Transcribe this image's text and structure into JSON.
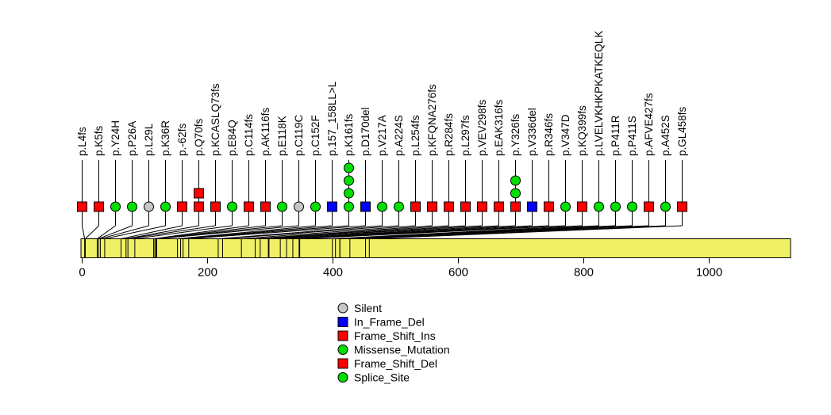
{
  "chart_data": {
    "type": "lollipop",
    "description": "Protein mutation lollipop plot with labelled variants above a gene body bar",
    "marker_colors": {
      "red": "#FF0000",
      "green": "#00E000",
      "blue": "#0000FF",
      "gray": "#C6C6C6"
    },
    "gene_bar": {
      "color": "#F0F066",
      "border": "#000000"
    },
    "x_axis": {
      "ticks": [
        0,
        200,
        400,
        600,
        800,
        1000
      ],
      "max": 1128
    },
    "mutations": [
      {
        "label": "p.L4fs",
        "pos": 4,
        "shape": "square",
        "color": "red"
      },
      {
        "label": "p.K5fs",
        "pos": 5,
        "shape": "square",
        "color": "red"
      },
      {
        "label": "p.Y24H",
        "pos": 24,
        "shape": "circle",
        "color": "green"
      },
      {
        "label": "p.P26A",
        "pos": 26,
        "shape": "circle",
        "color": "green"
      },
      {
        "label": "p.L29L",
        "pos": 29,
        "shape": "circle",
        "color": "gray"
      },
      {
        "label": "p.K36R",
        "pos": 36,
        "shape": "circle",
        "color": "green"
      },
      {
        "label": "p.-62fs",
        "pos": 62,
        "shape": "square",
        "color": "red"
      },
      {
        "label": "p.Q70fs",
        "pos": 70,
        "shape": "square",
        "color": "red",
        "stack": [
          {
            "shape": "square",
            "color": "red"
          }
        ]
      },
      {
        "label": "p.KCASLQ73fs",
        "pos": 73,
        "shape": "square",
        "color": "red"
      },
      {
        "label": "p.E84Q",
        "pos": 84,
        "shape": "circle",
        "color": "green"
      },
      {
        "label": "p.C114fs",
        "pos": 114,
        "shape": "square",
        "color": "red"
      },
      {
        "label": "p.AK116fs",
        "pos": 116,
        "shape": "square",
        "color": "red"
      },
      {
        "label": "p.E118K",
        "pos": 118,
        "shape": "circle",
        "color": "green"
      },
      {
        "label": "p.C119C",
        "pos": 119,
        "shape": "circle",
        "color": "gray"
      },
      {
        "label": "p.C152F",
        "pos": 152,
        "shape": "circle",
        "color": "green"
      },
      {
        "label": "p.157_158LL>L",
        "pos": 157,
        "shape": "square",
        "color": "blue"
      },
      {
        "label": "p.K161fs",
        "pos": 161,
        "shape": "circle",
        "color": "green",
        "stack": [
          {
            "shape": "circle",
            "color": "green"
          },
          {
            "shape": "circle",
            "color": "green"
          },
          {
            "shape": "circle",
            "color": "green"
          }
        ]
      },
      {
        "label": "p.D170del",
        "pos": 170,
        "shape": "square",
        "color": "blue"
      },
      {
        "label": "p.V217A",
        "pos": 217,
        "shape": "circle",
        "color": "green"
      },
      {
        "label": "p.A224S",
        "pos": 224,
        "shape": "circle",
        "color": "green"
      },
      {
        "label": "p.L254fs",
        "pos": 254,
        "shape": "square",
        "color": "red"
      },
      {
        "label": "p.KFQNA276fs",
        "pos": 276,
        "shape": "square",
        "color": "red"
      },
      {
        "label": "p.R284fs",
        "pos": 284,
        "shape": "square",
        "color": "red"
      },
      {
        "label": "p.L297fs",
        "pos": 297,
        "shape": "square",
        "color": "red"
      },
      {
        "label": "p.VEV298fs",
        "pos": 298,
        "shape": "square",
        "color": "red"
      },
      {
        "label": "p.EAK316fs",
        "pos": 316,
        "shape": "square",
        "color": "red"
      },
      {
        "label": "p.Y326fs",
        "pos": 326,
        "shape": "square",
        "color": "red",
        "stack": [
          {
            "shape": "circle",
            "color": "green"
          },
          {
            "shape": "circle",
            "color": "green"
          }
        ]
      },
      {
        "label": "p.V336del",
        "pos": 336,
        "shape": "square",
        "color": "blue"
      },
      {
        "label": "p.R346fs",
        "pos": 346,
        "shape": "square",
        "color": "red"
      },
      {
        "label": "p.V347D",
        "pos": 347,
        "shape": "circle",
        "color": "green"
      },
      {
        "label": "p.KQ399fs",
        "pos": 399,
        "shape": "square",
        "color": "red"
      },
      {
        "label": "p.LVELVKHKPKATKEQLK",
        "pos": 404,
        "shape": "circle",
        "color": "green"
      },
      {
        "label": "p.P411R",
        "pos": 411,
        "shape": "circle",
        "color": "green"
      },
      {
        "label": "p.P411S",
        "pos": 411,
        "shape": "circle",
        "color": "green"
      },
      {
        "label": "p.AFVE427fs",
        "pos": 427,
        "shape": "square",
        "color": "red"
      },
      {
        "label": "p.A452S",
        "pos": 452,
        "shape": "circle",
        "color": "green"
      },
      {
        "label": "p.GL458fs",
        "pos": 458,
        "shape": "square",
        "color": "red"
      }
    ],
    "legend": [
      {
        "label": "Silent",
        "shape": "circle",
        "color": "gray"
      },
      {
        "label": "In_Frame_Del",
        "shape": "square",
        "color": "blue"
      },
      {
        "label": "Frame_Shift_Ins",
        "shape": "square",
        "color": "red"
      },
      {
        "label": "Missense_Mutation",
        "shape": "circle",
        "color": "green"
      },
      {
        "label": "Frame_Shift_Del",
        "shape": "square",
        "color": "red"
      },
      {
        "label": "Splice_Site",
        "shape": "circle",
        "color": "green"
      }
    ]
  }
}
